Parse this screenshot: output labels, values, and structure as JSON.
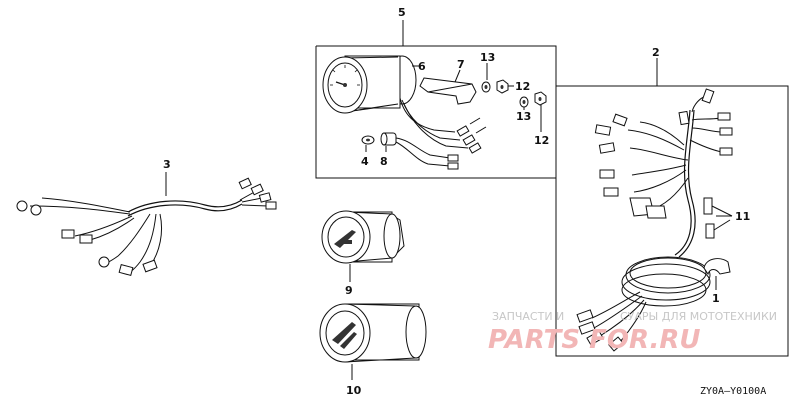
{
  "parts": {
    "p1": "1",
    "p2": "2",
    "p3": "3",
    "p4": "4",
    "p5": "5",
    "p6": "6",
    "p7": "7",
    "p8": "8",
    "p9": "9",
    "p10": "10",
    "p11": "11",
    "p12a": "12",
    "p12b": "12",
    "p13a": "13",
    "p13b": "13"
  },
  "diagram_code": "ZY0A—Y0100A",
  "watermark": {
    "line1": "ЗАПЧАСТИ И",
    "line1b": "СУАРЫ ДЛЯ МОТОТЕХНИКИ",
    "line2": "PARTS FOR.RU"
  },
  "colors": {
    "line": "#111111",
    "watermark_red": "#f2b6b6",
    "watermark_gray": "#c7c7c7"
  }
}
